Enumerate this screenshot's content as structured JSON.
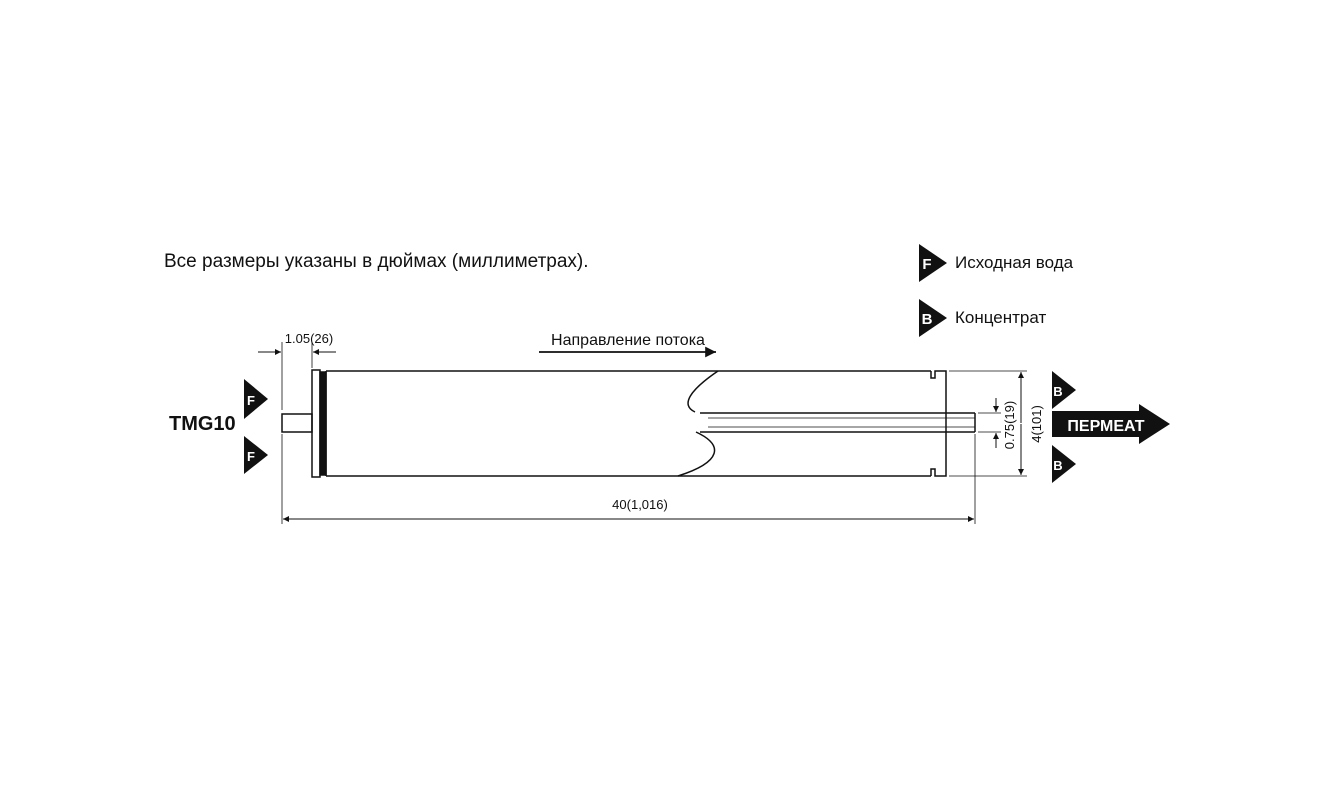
{
  "note": "Все размеры указаны в дюймах (миллиметрах).",
  "legend": {
    "feed": {
      "symbol": "F",
      "label": "Исходная вода"
    },
    "concentrate": {
      "symbol": "B",
      "label": "Концентрат"
    }
  },
  "model": "TMG10",
  "flow_direction": "Направление потока",
  "dimensions": {
    "end_cap": "1.05(26)",
    "length": "40(1,016)",
    "tube": "0.75(19)",
    "diameter": "4(101)"
  },
  "ports": {
    "feed_symbol": "F",
    "concentrate_symbol": "B",
    "permeate": "ПЕРМЕАТ"
  },
  "colors": {
    "ink": "#111111",
    "background": "#ffffff"
  }
}
